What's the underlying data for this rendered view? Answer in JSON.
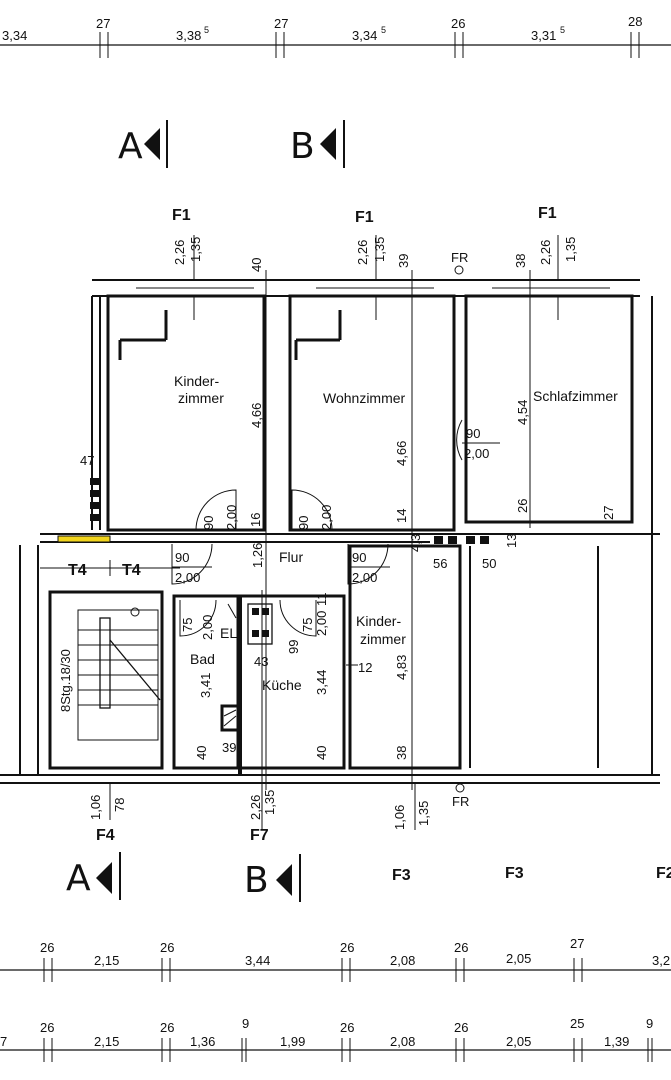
{
  "top_dimensions": [
    {
      "value": "3,34",
      "sup": ""
    },
    {
      "value": "27",
      "sup": ""
    },
    {
      "value": "3,38",
      "sup": "5"
    },
    {
      "value": "27",
      "sup": ""
    },
    {
      "value": "3,34",
      "sup": "5"
    },
    {
      "value": "26",
      "sup": ""
    },
    {
      "value": "3,31",
      "sup": "5"
    },
    {
      "value": "28",
      "sup": ""
    }
  ],
  "section_marks": {
    "a": "A",
    "b": "B"
  },
  "windows_top": [
    "F1",
    "F1",
    "F1"
  ],
  "window_dims_top": [
    "2,26",
    "1,35",
    "40",
    "2,26",
    "1,35",
    "39",
    "FR",
    "38",
    "2,26",
    "1,35"
  ],
  "rooms": {
    "kinderzimmer_1": "Kinder-\nzimmer",
    "wohnzimmer": "Wohnzimmer",
    "schlafzimmer": "Schlafzimmer",
    "flur": "Flur",
    "kinderzimmer_2": "Kinder-\nzimmer",
    "bad": "Bad",
    "kueche": "Küche",
    "el": "EL",
    "stair": "8Stg.18/30"
  },
  "room_dims": [
    "4,66",
    "4,66",
    "4,54",
    "47",
    "16",
    "14",
    "26",
    "27",
    "1,26",
    "11",
    "56",
    "50",
    "13",
    "12",
    "4,83",
    "3,41",
    "3,44",
    "43",
    "39",
    "40",
    "40",
    "38",
    "75",
    "99",
    "4,3"
  ],
  "door_dims": [
    {
      "w": "90",
      "h": "2,00"
    },
    {
      "w": "90",
      "h": "2,00"
    },
    {
      "w": "90",
      "h": "2,00"
    },
    {
      "w": "90",
      "h": "2,00"
    },
    {
      "w": "90",
      "h": "2,00"
    },
    {
      "w": "75",
      "h": "2,00"
    },
    {
      "w": "75",
      "h": "2,00"
    }
  ],
  "doors_t": [
    "T4",
    "T4"
  ],
  "bottom_window_dims": [
    "1,06",
    "78",
    "2,26",
    "1,35",
    "1,06",
    "1,35",
    "FR"
  ],
  "windows_bottom": [
    "F4",
    "F7",
    "F3",
    "F3",
    "F2"
  ],
  "row1_dimensions": [
    "26",
    "2,15",
    "26",
    "3,44",
    "26",
    "2,08",
    "26",
    "2,05",
    "27",
    "3,2"
  ],
  "row2_dimensions": [
    "7",
    "26",
    "2,15",
    "26",
    "1,36",
    "9",
    "1,99",
    "26",
    "2,08",
    "26",
    "2,05",
    "25",
    "1,39",
    "9"
  ]
}
